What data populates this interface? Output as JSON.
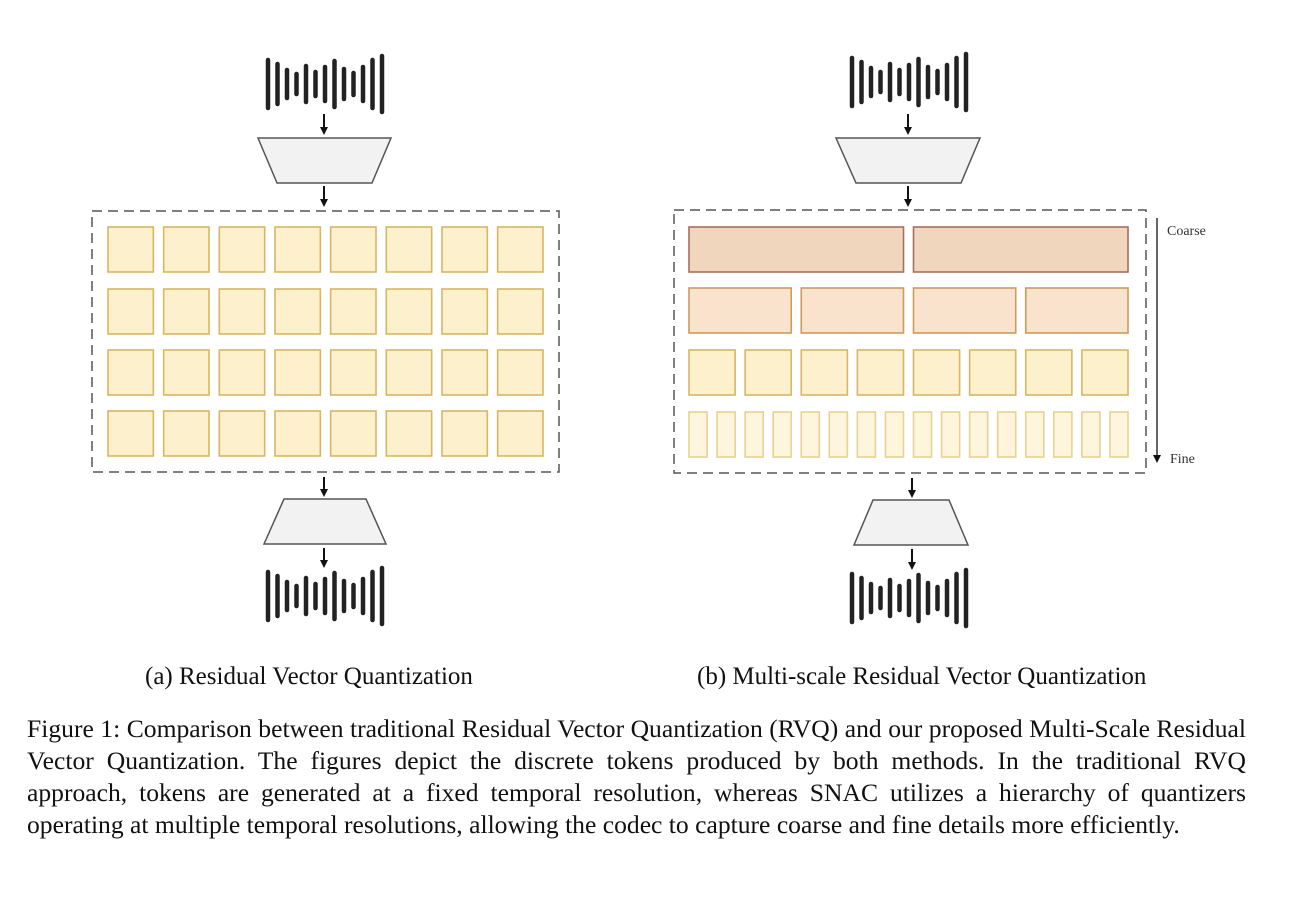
{
  "figure": {
    "panel_a": {
      "subcaption": "(a) Residual Vector Quantization",
      "rows": [
        8,
        8,
        8,
        8
      ]
    },
    "panel_b": {
      "subcaption": "(b) Multi-scale Residual Vector Quantization",
      "rows": [
        2,
        4,
        8,
        16
      ],
      "scale_label_top": "Coarse",
      "scale_label_bottom": "Fine"
    }
  },
  "caption": {
    "label": "Figure 1:",
    "text": "Comparison between traditional Residual Vector Quantization (RVQ) and our proposed Multi-Scale Residual Vector Quantization. The figures depict the discrete tokens produced by both methods. In the traditional RVQ approach, tokens are generated at a fixed temporal resolution, whereas SNAC utilizes a hierarchy of quantizers operating at multiple temporal resolutions, allowing the codec to capture coarse and fine details more efficiently."
  },
  "colors": {
    "token_light_fill": "#fcf1cc",
    "token_light_stroke": "#d8b665",
    "token_mid_fill": "#f9e3cd",
    "token_mid_stroke": "#d09a5a",
    "token_dark_fill": "#f0d6bd",
    "token_dark_stroke": "#a8705a",
    "token_fine_fill": "#fdf6dd",
    "token_fine_stroke": "#e6d292",
    "encoder_fill": "#f2f2f2",
    "encoder_stroke": "#555555",
    "waveform": "#222222",
    "dashed_border": "#555555"
  }
}
